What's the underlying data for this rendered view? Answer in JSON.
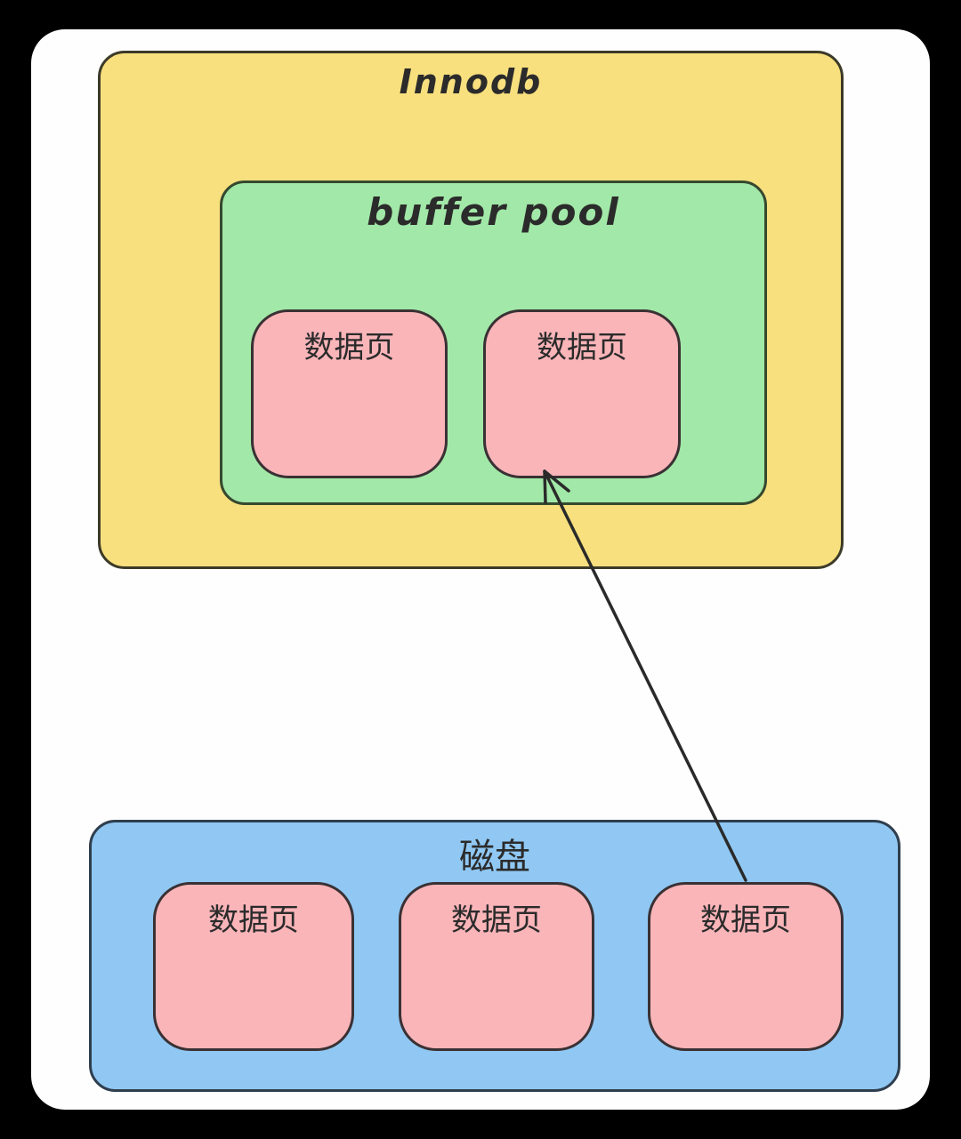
{
  "colors": {
    "canvas-bg": "#000000",
    "frame-bg": "#fefefe",
    "innodb-fill": "#f8e07e",
    "innodb-stroke": "#3c3a28",
    "bufferpool-fill": "#a2e8a8",
    "bufferpool-stroke": "#36492f",
    "page-fill": "#fab5b9",
    "page-stroke": "#3a3134",
    "disk-fill": "#90c8f3",
    "disk-stroke": "#2f3e4e",
    "arrow-stroke": "#2a2a2a",
    "text": "#2b2b2b"
  },
  "diagram": {
    "innodb": {
      "label": "Innodb"
    },
    "buffer_pool": {
      "label": "buffer pool",
      "pages": [
        {
          "label": "数据页"
        },
        {
          "label": "数据页"
        }
      ]
    },
    "disk": {
      "label": "磁盘",
      "pages": [
        {
          "label": "数据页"
        },
        {
          "label": "数据页"
        },
        {
          "label": "数据页"
        }
      ]
    },
    "arrow": {
      "from": "disk-data-page-3",
      "to": "buffer-pool-data-page-2"
    }
  }
}
